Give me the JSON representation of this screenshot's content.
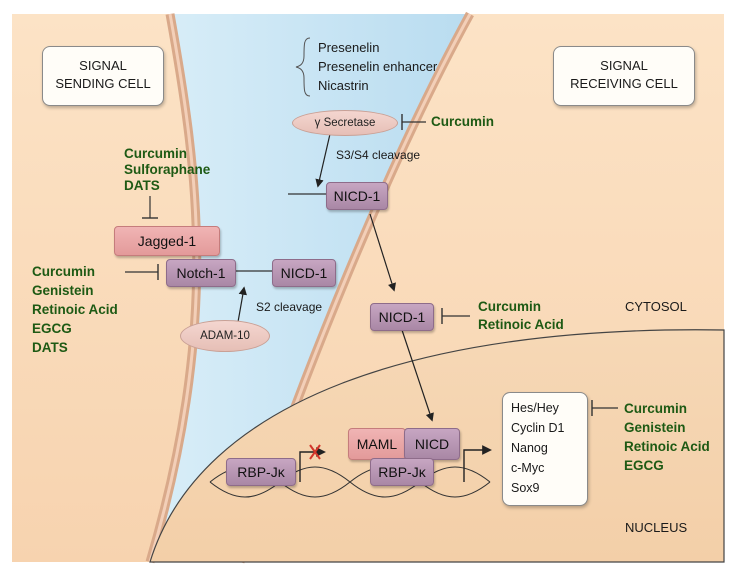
{
  "cells": {
    "sending": "SIGNAL\nSENDING CELL",
    "sending_l1": "SIGNAL",
    "sending_l2": "SENDING CELL",
    "receiving_l1": "SIGNAL",
    "receiving_l2": "RECEIVING CELL"
  },
  "secretase_components": [
    "Presenelin",
    "Presenelin enhancer",
    "Nicastrin"
  ],
  "nodes": {
    "secretase": "γ Secretase",
    "s3s4": "S3/S4 cleavage",
    "nicd_top": "NICD-1",
    "jagged": "Jagged-1",
    "notch": "Notch-1",
    "nicd_membrane": "NICD-1",
    "s2": "S2 cleavage",
    "adam": "ADAM-10",
    "nicd_cytosol": "NICD-1",
    "maml": "MAML",
    "nicd_nucleus": "NICD",
    "rbp_bound": "RBP-Jκ",
    "rbp_free": "RBP-Jκ"
  },
  "regions": {
    "cytosol": "CYTOSOL",
    "nucleus": "NUCLEUS"
  },
  "inhibitors": {
    "secretase": [
      "Curcumin"
    ],
    "jagged": [
      "Curcumin",
      "Sulforaphane",
      "DATS"
    ],
    "notch": [
      "Curcumin",
      "Genistein",
      "Retinoic Acid",
      "EGCG",
      "DATS"
    ],
    "nicd": [
      "Curcumin",
      "Retinoic Acid"
    ],
    "targets": [
      "Curcumin",
      "Genistein",
      "Retinoic Acid",
      "EGCG"
    ]
  },
  "target_genes": [
    "Hes/Hey",
    "Cyclin D1",
    "Nanog",
    "c-Myc",
    "Sox9"
  ],
  "colors": {
    "cell_bg": "#fbdfc0",
    "extracellular": "#cde8f6",
    "inhibitor_text": "#1e5a14",
    "protein_purple": "#b795b3",
    "ligand_pink": "#eba7a7"
  }
}
